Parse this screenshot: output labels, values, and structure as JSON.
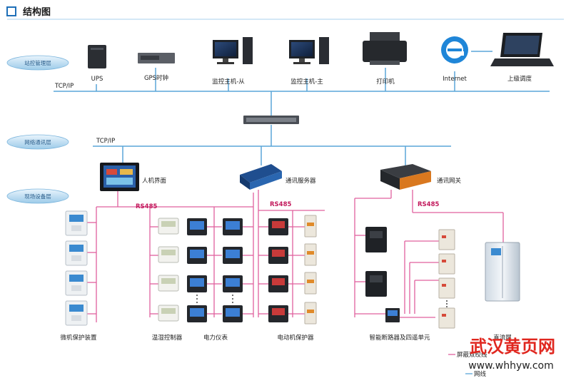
{
  "title": "结构图",
  "layers": {
    "management": "站控管理层",
    "network": "网络通讯层",
    "field": "现场设备层"
  },
  "protocols": {
    "tcp_top": "TCP/IP",
    "tcp_mid": "TCP/IP",
    "rs485_a": "RS485",
    "rs485_b": "RS485",
    "rs485_c": "RS485"
  },
  "devices_top": {
    "ups": "UPS",
    "gps": "GPS时钟",
    "monitor_slave": "监控主机-从",
    "monitor_master": "监控主机-主",
    "printer": "打印机",
    "internet": "Internet",
    "upper": "上级调度"
  },
  "devices_mid": {
    "hmi": "人机界面",
    "comm_server": "通讯服务器",
    "comm_gateway": "通讯网关"
  },
  "devices_bottom": {
    "micro_protect": "微机保护装置",
    "temp_humidity": "温湿控制器",
    "power_meter": "电力仪表",
    "motor_protect": "电动机保护器",
    "smart_breaker": "智能断路器及四遥单元",
    "dc_screen": "直流屏",
    "screen_cable": "屏蔽双绞线",
    "net_cable": "网线"
  },
  "watermark": {
    "cn": "武汉黄页网",
    "url": "www.whhyw.com"
  },
  "colors": {
    "blue_bus": "#5aa6d8",
    "pink_bus": "#e0619e",
    "accent": "#1e6fb8",
    "watermark": "#e0271f"
  }
}
